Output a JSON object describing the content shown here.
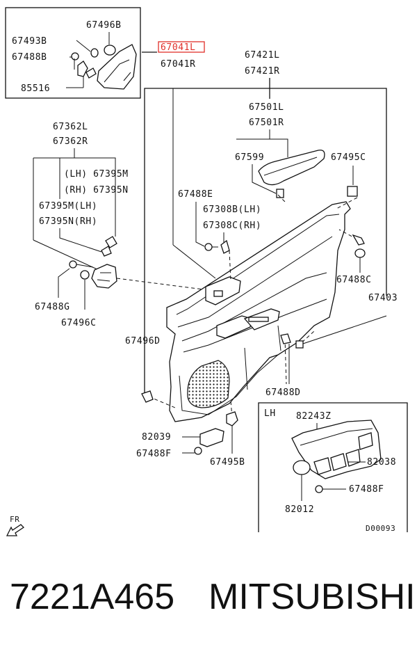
{
  "callouts": {
    "p67496B": "67496B",
    "p67493B": "67493B",
    "p67488B": "67488B",
    "p85516": "85516",
    "p67041L": "67041L",
    "p67041R": "67041R",
    "p67421L": "67421L",
    "p67421R": "67421R",
    "p67501L": "67501L",
    "p67501R": "67501R",
    "p67599": "67599",
    "p67495C": "67495C",
    "p67362L": "67362L",
    "p67362R": "67362R",
    "p67395M_lh": "(LH) 67395M",
    "p67395N_rh": "(RH) 67395N",
    "p67395M_b": "67395M(LH)",
    "p67395N_b": "67395N(RH)",
    "p67488E": "67488E",
    "p67308B": "67308B(LH)",
    "p67308C": "67308C(RH)",
    "p67488C": "67488C",
    "p67403": "67403",
    "p67488G": "67488G",
    "p67496C": "67496C",
    "p67496D": "67496D",
    "p67488D": "67488D",
    "p82039": "82039",
    "p67488F_main": "67488F",
    "p67495B": "67495B",
    "lh_label": "LH",
    "p82243Z": "82243Z",
    "p82038": "82038",
    "p67488F_lh": "67488F",
    "p82012": "82012",
    "fr_label": "FR",
    "diagram_code": "D00093"
  },
  "highlight_color": "#e0302a",
  "caption": {
    "part_number": "7221A465",
    "brand": "MITSUBISHI"
  }
}
